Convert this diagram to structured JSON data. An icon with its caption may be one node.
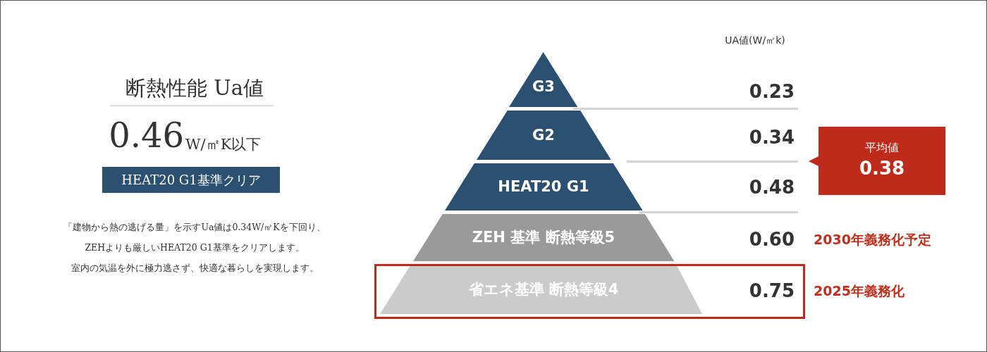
{
  "diagram": {
    "nodes": [
      {
        "text": [
          "HEAT20 G1基準クリア"
        ]
      },
      {
        "text": [
          "G3"
        ]
      },
      {
        "text": [
          "G2"
        ]
      },
      {
        "text": [
          "HEAT20 G1"
        ]
      },
      {
        "text": [
          "ZEH 基準 断熱等級5"
        ]
      },
      {
        "text": [
          "省エネ基準 断熱等級4"
        ]
      },
      {
        "text": [
          "平均値",
          "0.38"
        ]
      }
    ],
    "labels": [
      "断熱性能 Ua値",
      "0.46",
      "W/㎡K以下",
      "「建物から熱の逃げる量」を示すUa値は0.34W/㎡Kを下回り、",
      "ZEHよりも厳しいHEAT20 G1基準をクリアします。",
      "室内の気温を外に極力逃さず、快適な暮らしを実現します。",
      "UA値(W/㎡k)",
      "0.23",
      "0.34",
      "0.48",
      "0.60",
      "2030年義務化予定",
      "0.75",
      "2025年義務化"
    ]
  }
}
